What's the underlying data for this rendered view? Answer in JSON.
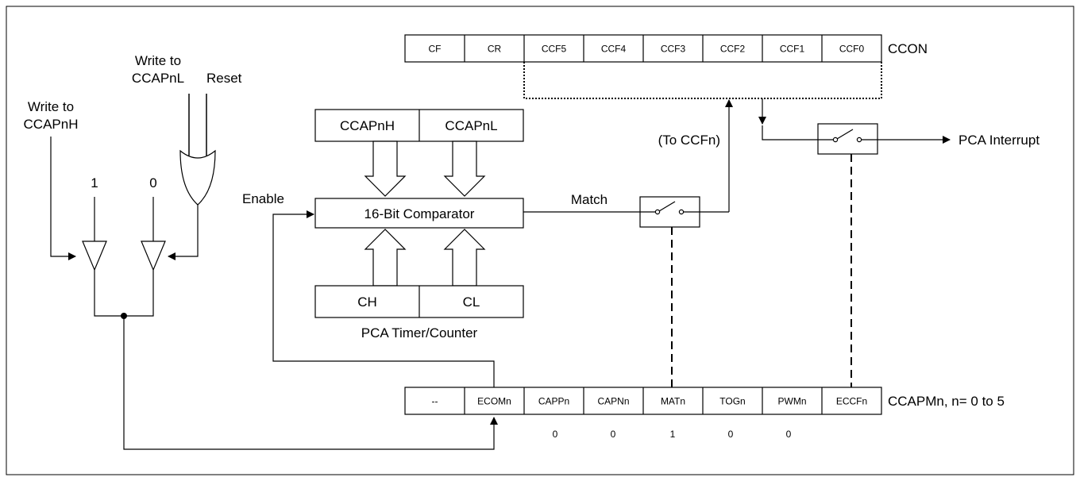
{
  "ccon": {
    "cells": [
      "CF",
      "CR",
      "CCF5",
      "CCF4",
      "CCF3",
      "CCF2",
      "CCF1",
      "CCF0"
    ],
    "label": "CCON"
  },
  "ccapm": {
    "cells": [
      "--",
      "ECOMn",
      "CAPPn",
      "CAPNn",
      "MATn",
      "TOGn",
      "PWMn",
      "ECCFn"
    ],
    "label": "CCAPMn, n= 0 to 5",
    "values": [
      "0",
      "0",
      "1",
      "0",
      "0"
    ]
  },
  "capture_regs": {
    "high": "CCAPnH",
    "low": "CCAPnL"
  },
  "timer_regs": {
    "high": "CH",
    "low": "CL",
    "caption": "PCA Timer/Counter"
  },
  "comparator": {
    "label": "16-Bit Comparator"
  },
  "inputs": {
    "write_ccapnh": [
      "Write to",
      "CCAPnH"
    ],
    "write_ccapnl": [
      "Write to",
      "CCAPnL"
    ],
    "reset": "Reset",
    "one": "1",
    "zero": "0"
  },
  "signals": {
    "enable": "Enable",
    "match": "Match",
    "to_ccfn": "(To CCFn)",
    "pca_interrupt": "PCA Interrupt"
  }
}
